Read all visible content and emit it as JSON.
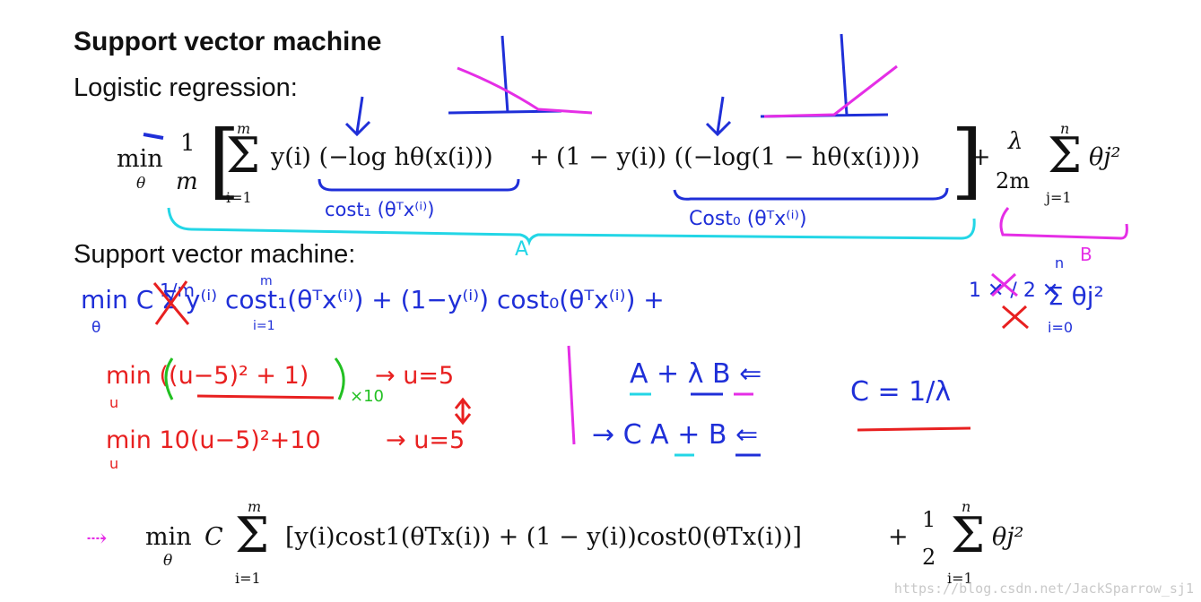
{
  "title": "Support vector machine",
  "section_logistic": "Logistic regression:",
  "section_svm": "Support vector machine:",
  "formula_logistic": {
    "min": "min",
    "sub": "θ",
    "frac_num": "1",
    "frac_den": "m",
    "sum_top": "m",
    "sum_bot": "i=1",
    "term1": "y(i) (−log hθ(x(i)))",
    "plus": "+",
    "term2": "(1 − y(i)) ((−log(1 − hθ(x(i))))",
    "reg_num": "λ",
    "reg_den": "2m",
    "reg_sum_top": "n",
    "reg_sum_bot": "j=1",
    "reg_term": "θj²"
  },
  "annotations": {
    "cost1": "cost₁ (θᵀx⁽ⁱ⁾)",
    "cost0": "Cost₀ (θᵀx⁽ⁱ⁾)",
    "label_a": "A",
    "label_b": "B",
    "svm_line": "min  C  Σ y⁽ⁱ⁾ cost₁(θᵀx⁽ⁱ⁾) + (1−y⁽ⁱ⁾) cost₀(θᵀx⁽ⁱ⁾)  +",
    "svm_min_sub": "θ",
    "svm_crossed": "1/m",
    "svm_sum_top": "m",
    "svm_sum_bot": "i=1",
    "svm_reg_frac": "1 ✕ / 2 ✕",
    "svm_reg_sum": "Σ θj²",
    "svm_reg_top": "n",
    "svm_reg_bot": "i=0",
    "example1": "min ((u−5)² + 1)",
    "example1_sub": "u",
    "example1_times": "×10",
    "example1_result": "→ u=5",
    "example2": "min 10(u−5)²+10",
    "example2_sub": "u",
    "example2_result": "→ u=5",
    "expr_a": "A + λ B ⇐",
    "expr_b": "→ C A + B ⇐",
    "c_eq": "C = 1/λ"
  },
  "formula_svm": {
    "min": "min",
    "sub": "θ",
    "c": "C",
    "sum_top": "m",
    "sum_bot": "i=1",
    "body": "[y(i)cost1(θTx(i)) + (1 − y(i))cost0(θTx(i))]",
    "plus": "+",
    "frac_num": "1",
    "frac_den": "2",
    "reg_sum_top": "n",
    "reg_sum_bot": "i=1",
    "reg_term": "θj²"
  },
  "watermark": "https://blog.csdn.net/JackSparrow_sj1",
  "colors": {
    "cyan": "#23d6e6",
    "magenta": "#e52ee6",
    "blue": "#1f2fd8",
    "red": "#e82020"
  }
}
